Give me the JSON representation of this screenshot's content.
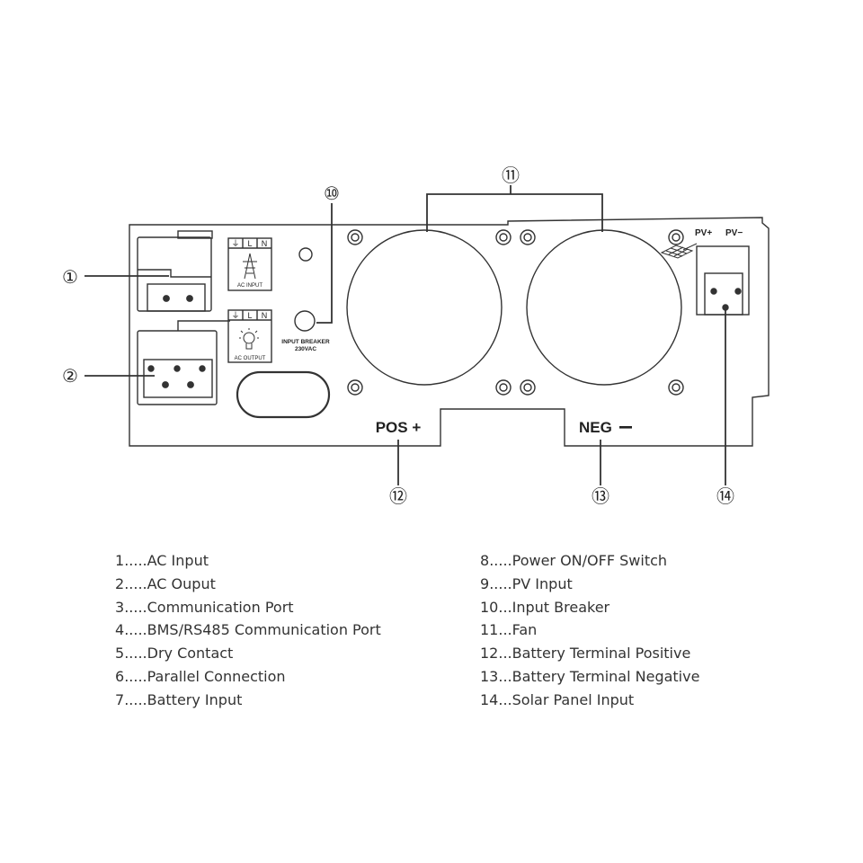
{
  "callouts": [
    {
      "id": "callout-1",
      "text": "①"
    },
    {
      "id": "callout-2",
      "text": "②"
    },
    {
      "id": "callout-10",
      "text": "⑩"
    },
    {
      "id": "callout-11",
      "text": "⑪"
    },
    {
      "id": "callout-12",
      "text": "⑫"
    },
    {
      "id": "callout-13",
      "text": "⑬"
    },
    {
      "id": "callout-14",
      "text": "⑭"
    }
  ],
  "panel": {
    "ac_input_terminal": {
      "symbol": "⏚",
      "l": "L",
      "n": "N",
      "label": "AC INPUT"
    },
    "ac_output_terminal": {
      "symbol": "⏚",
      "l": "L",
      "n": "N",
      "label": "AC OUTPUT"
    },
    "breaker": {
      "line1": "INPUT BREAKER",
      "line2": "230VAC"
    },
    "pos_label": "POS +",
    "neg_label": "NEG",
    "pv_plus": "PV+",
    "pv_minus": "PV−"
  },
  "legend": {
    "left": [
      {
        "num": "1",
        "dots": ".....",
        "text": "AC Input"
      },
      {
        "num": "2",
        "dots": ".....",
        "text": "AC Ouput"
      },
      {
        "num": "3",
        "dots": ".....",
        "text": "Communication Port"
      },
      {
        "num": "4",
        "dots": ".....",
        "text": "BMS/RS485 Communication Port"
      },
      {
        "num": "5",
        "dots": ".....",
        "text": "Dry Contact"
      },
      {
        "num": "6",
        "dots": ".....",
        "text": "Parallel Connection"
      },
      {
        "num": "7",
        "dots": ".....",
        "text": "Battery Input"
      }
    ],
    "right": [
      {
        "num": "8",
        "dots": ".....",
        "text": "Power ON/OFF Switch"
      },
      {
        "num": "9",
        "dots": ".....",
        "text": "PV Input"
      },
      {
        "num": "10",
        "dots": "...",
        "text": "Input Breaker"
      },
      {
        "num": "11",
        "dots": "...",
        "text": "Fan"
      },
      {
        "num": "12",
        "dots": "...",
        "text": "Battery Terminal Positive"
      },
      {
        "num": "13",
        "dots": "...",
        "text": "Battery Terminal Negative"
      },
      {
        "num": "14",
        "dots": "...",
        "text": "Solar Panel Input"
      }
    ]
  }
}
